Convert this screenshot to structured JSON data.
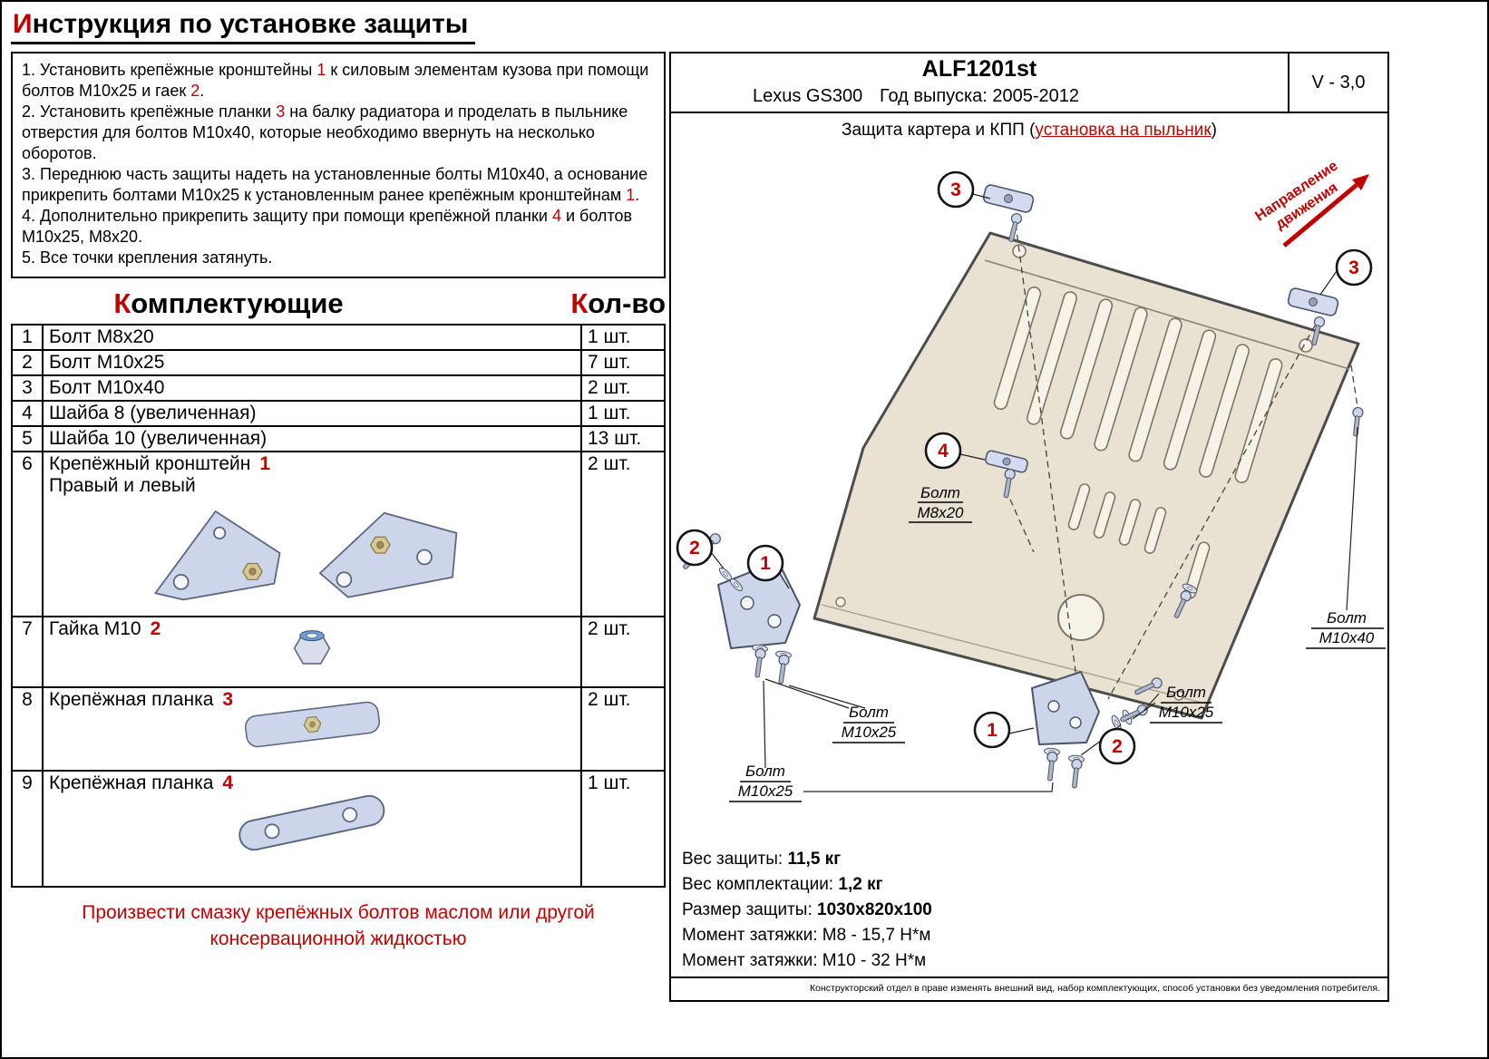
{
  "page": {
    "title_first": "И",
    "title_rest": "нструкция по установке защиты",
    "note1": "Произвести смазку крепёжных болтов маслом или другой",
    "note2": "консервационной жидкостью"
  },
  "instructions": {
    "items": [
      {
        "segments": [
          {
            "t": "1. Установить крепёжные кронштейны "
          },
          {
            "t": "1"
          },
          {
            "t": " к силовым элементам кузова при помощи болтов М10х25 и гаек "
          },
          {
            "t": "2"
          },
          {
            "t": "."
          }
        ]
      },
      {
        "segments": [
          {
            "t": "2. Установить крепёжные планки "
          },
          {
            "t": "3"
          },
          {
            "t": " на балку радиатора и проделать в пыльнике отверстия для болтов М10х40, которые необходимо ввернуть на несколько оборотов."
          }
        ]
      },
      {
        "segments": [
          {
            "t": "3. Переднюю часть защиты надеть на установленные болты М10х40, а основание прикрепить болтами М10х25 к установленным ранее крепёжным кронштейнам "
          },
          {
            "t": "1"
          },
          {
            "t": "."
          }
        ]
      },
      {
        "segments": [
          {
            "t": "4. Дополнительно прикрепить защиту при помощи крепёжной планки "
          },
          {
            "t": "4"
          },
          {
            "t": " и болтов М10х25, М8х20."
          }
        ]
      },
      {
        "segments": [
          {
            "t": "5. Все точки крепления затянуть."
          }
        ]
      }
    ]
  },
  "parts": {
    "header_name_first": "К",
    "header_name_rest": "омплектующие",
    "header_qty_first": "К",
    "header_qty_rest": "ол-во",
    "rows": [
      {
        "num": "1",
        "name": "Болт М8х20",
        "qty": "1 шт."
      },
      {
        "num": "2",
        "name": "Болт М10х25",
        "qty": "7 шт."
      },
      {
        "num": "3",
        "name": "Болт М10х40",
        "qty": "2 шт."
      },
      {
        "num": "4",
        "name": "Шайба 8 (увеличенная)",
        "qty": "1 шт."
      },
      {
        "num": "5",
        "name": "Шайба 10 (увеличенная)",
        "qty": "13 шт."
      },
      {
        "num": "6",
        "name": "Крепёжный кронштейн",
        "ref": "1",
        "name2": "Правый и левый",
        "qty": "2 шт."
      },
      {
        "num": "7",
        "name": "Гайка М10",
        "ref": "2",
        "qty": "2 шт."
      },
      {
        "num": "8",
        "name": "Крепёжная планка",
        "ref": "3",
        "qty": "2 шт."
      },
      {
        "num": "9",
        "name": "Крепёжная планка",
        "ref": "4",
        "qty": "1 шт."
      }
    ]
  },
  "panel": {
    "code": "ALF1201st",
    "model": "Lexus GS300",
    "year": "Год выпуска: 2005-2012",
    "engine": "V - 3,0",
    "subtitle_pre": "Защита картера и КПП (",
    "subtitle_red": "установка на пыльник",
    "subtitle_post": ")",
    "direction1": "Направление",
    "direction2": "движения",
    "specs": [
      {
        "label": "Вес защиты:",
        "value": "11,5 кг"
      },
      {
        "label": "Вес комплектации:",
        "value": "1,2 кг"
      },
      {
        "label": "Размер защиты:",
        "value": "1030x820x100"
      },
      {
        "label": "Момент затяжки:",
        "value": "М8 - 15,7 Н*м"
      },
      {
        "label": "Момент затяжки:",
        "value": "М10 - 32 Н*м"
      }
    ],
    "disclaimer": "Конструкторский отдел в праве изменять внешний вид, набор комплектующих, способ установки без уведомления потребителя."
  },
  "drawing": {
    "c1": "1",
    "c2": "2",
    "c3": "3",
    "c4": "4",
    "word_bolt": "Болт",
    "m8x20": "М8х20",
    "m10x25": "М10х25",
    "m10x40": "М10х40"
  }
}
